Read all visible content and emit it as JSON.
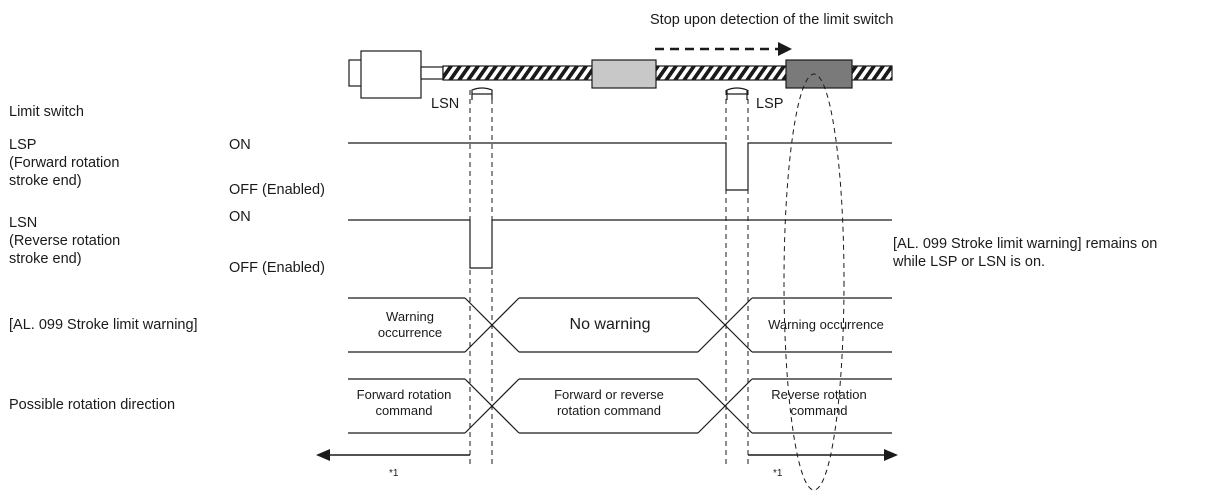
{
  "header_note": "Stop upon detection of the limit switch",
  "switch_labels": {
    "lsn": "LSN",
    "lsp": "LSP"
  },
  "rows": {
    "limit_switch": "Limit switch",
    "lsp": {
      "name": "LSP",
      "desc_line1": "(Forward rotation",
      "desc_line2": "stroke end)",
      "on": "ON",
      "off": "OFF (Enabled)"
    },
    "lsn": {
      "name": "LSN",
      "desc_line1": "(Reverse rotation",
      "desc_line2": "stroke end)",
      "on": "ON",
      "off": "OFF (Enabled)"
    },
    "warning": {
      "name": "[AL. 099 Stroke limit warning]"
    },
    "direction": {
      "name": "Possible rotation direction"
    }
  },
  "warning_states": {
    "left_line1": "Warning",
    "left_line2": "occurrence",
    "middle": "No warning",
    "right": "Warning occurrence"
  },
  "direction_states": {
    "left_line1": "Forward rotation",
    "left_line2": "command",
    "middle_line1": "Forward or reverse",
    "middle_line2": "rotation command",
    "right_line1": "Reverse rotation",
    "right_line2": "command"
  },
  "side_note_line1": "[AL. 099 Stroke limit warning] remains on",
  "side_note_line2": "while LSP or LSN is on.",
  "footnote_marks": {
    "left": "*1",
    "right": "*1"
  },
  "colors": {
    "line": "#1a1a1a",
    "stage_light": "#c8c8c8",
    "stage_dark": "#7a7a7a",
    "background": "#ffffff"
  }
}
